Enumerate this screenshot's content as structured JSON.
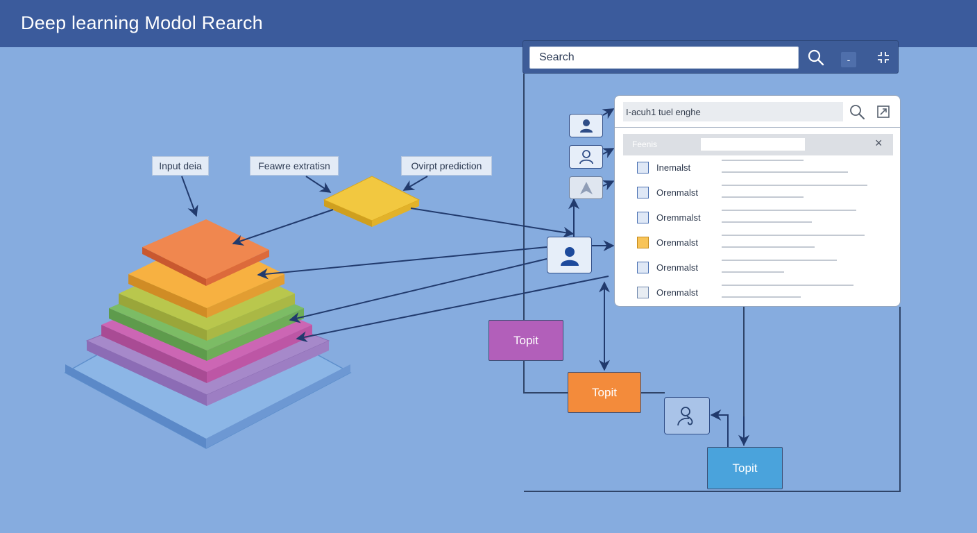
{
  "header": {
    "title": "Deep learning Modol Rearch"
  },
  "search": {
    "placeholder": "Search",
    "minimize_label": "-"
  },
  "panel": {
    "search_value": "I-acuh1 tuel enghe",
    "filter_label": "Feenis",
    "results": [
      {
        "label": "Inemalst",
        "check": "blue"
      },
      {
        "label": "Orenmalst",
        "check": "blue"
      },
      {
        "label": "Oremmalst",
        "check": "blue"
      },
      {
        "label": "Orenmalst",
        "check": "orange"
      },
      {
        "label": "Orenmalst",
        "check": "blue"
      },
      {
        "label": "Orenmalst",
        "check": "plain"
      }
    ]
  },
  "labels": {
    "input": "Input deia",
    "feature": "Feawre extratisn",
    "output": "Ovirpt prediction"
  },
  "flow": {
    "box_purple": "Topit",
    "box_orange": "Topit",
    "box_blue": "Topit"
  },
  "icons": {
    "search": "magnifier-icon",
    "collapse": "collapse-icon",
    "expand": "expand-icon",
    "close": "close-icon",
    "user": "user-icon",
    "user_outline": "user-outline-icon",
    "warning": "warning-icon",
    "support": "support-user-icon"
  },
  "colors": {
    "background": "#86acdf",
    "header": "#3b5b9c",
    "layer_orange": "#f0874f",
    "layer_amber": "#f7b141",
    "layer_olive": "#b9c74d",
    "layer_green": "#7cbc65",
    "layer_magenta": "#cc66b4",
    "layer_lavender": "#a689ca",
    "layer_base": "#8cb6e6",
    "node_yellow": "#f2c840",
    "box_purple": "#b25fba",
    "box_orange": "#f38b3b",
    "box_blue": "#4aa3dc"
  }
}
